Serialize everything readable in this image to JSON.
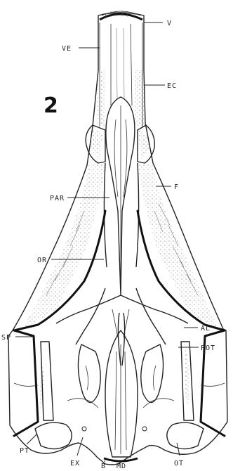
{
  "figure": {
    "number": "2",
    "labels": {
      "v": "V",
      "ve": "VE",
      "ec": "EC",
      "par": "PAR",
      "f": "F",
      "or": "OR",
      "al": "AL",
      "sp": "SP",
      "pot": "POT",
      "pt": "PT",
      "ex": "EX",
      "b": "B",
      "md": "MD",
      "ot": "OT"
    }
  }
}
